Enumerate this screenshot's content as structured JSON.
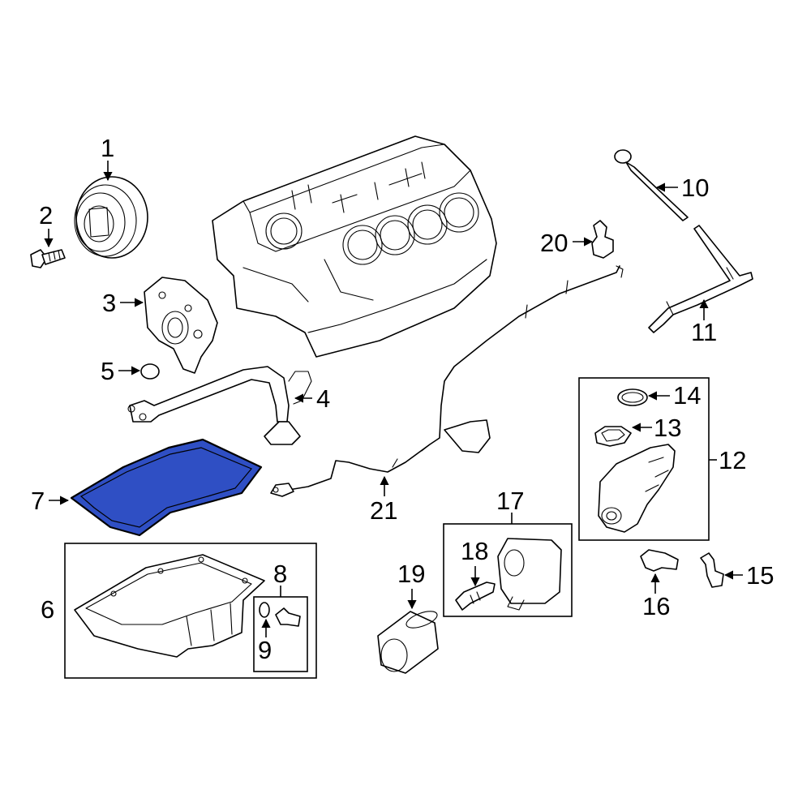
{
  "highlight_color": "#2f4fc4",
  "callouts": {
    "c1": "1",
    "c2": "2",
    "c3": "3",
    "c4": "4",
    "c5": "5",
    "c6": "6",
    "c7": "7",
    "c8": "8",
    "c9": "9",
    "c10": "10",
    "c11": "11",
    "c12": "12",
    "c13": "13",
    "c14": "14",
    "c15": "15",
    "c16": "16",
    "c17": "17",
    "c18": "18",
    "c19": "19",
    "c20": "20",
    "c21": "21"
  },
  "highlighted_part": "7"
}
